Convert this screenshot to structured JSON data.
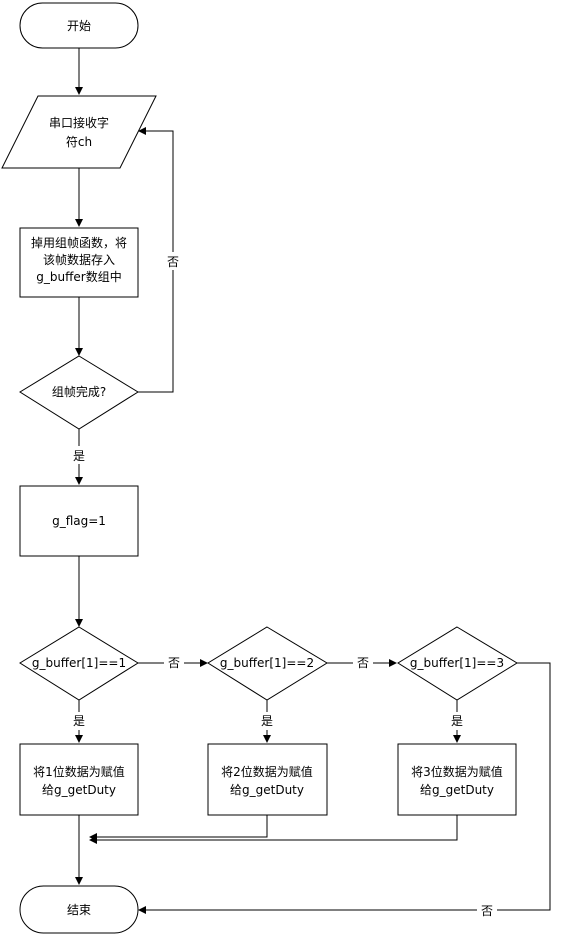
{
  "nodes": {
    "start": "开始",
    "receive_line1": "串口接收字",
    "receive_line2": "符ch",
    "call_line1": "掉用组帧函数，将",
    "call_line2": "该帧数据存入",
    "call_line3": "g_buffer数组中",
    "frame_done": "组帧完成?",
    "set_flag": "g_flag=1",
    "check1": "g_buffer[1]==1",
    "check2": "g_buffer[1]==2",
    "check3": "g_buffer[1]==3",
    "assign1_line1": "将1位数据为赋值",
    "assign1_line2": "给g_getDuty",
    "assign2_line1": "将2位数据为赋值",
    "assign2_line2": "给g_getDuty",
    "assign3_line1": "将3位数据为赋值",
    "assign3_line2": "给g_getDuty",
    "end": "结束"
  },
  "edge_labels": {
    "no_loop": "否",
    "yes_frame": "是",
    "no_1": "否",
    "no_2": "否",
    "no_3": "否",
    "yes_1": "是",
    "yes_2": "是",
    "yes_3": "是"
  }
}
